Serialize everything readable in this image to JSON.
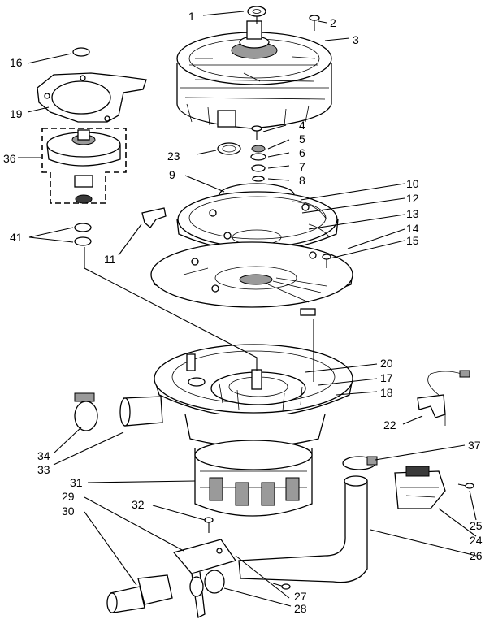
{
  "labels": [
    "1",
    "2",
    "3",
    "16",
    "19",
    "36",
    "4",
    "5",
    "6",
    "7",
    "8",
    "23",
    "9",
    "10",
    "12",
    "13",
    "14",
    "15",
    "11",
    "41",
    "20",
    "17",
    "18",
    "22",
    "34",
    "33",
    "37",
    "31",
    "29",
    "30",
    "32",
    "25",
    "24",
    "26",
    "27",
    "28"
  ]
}
